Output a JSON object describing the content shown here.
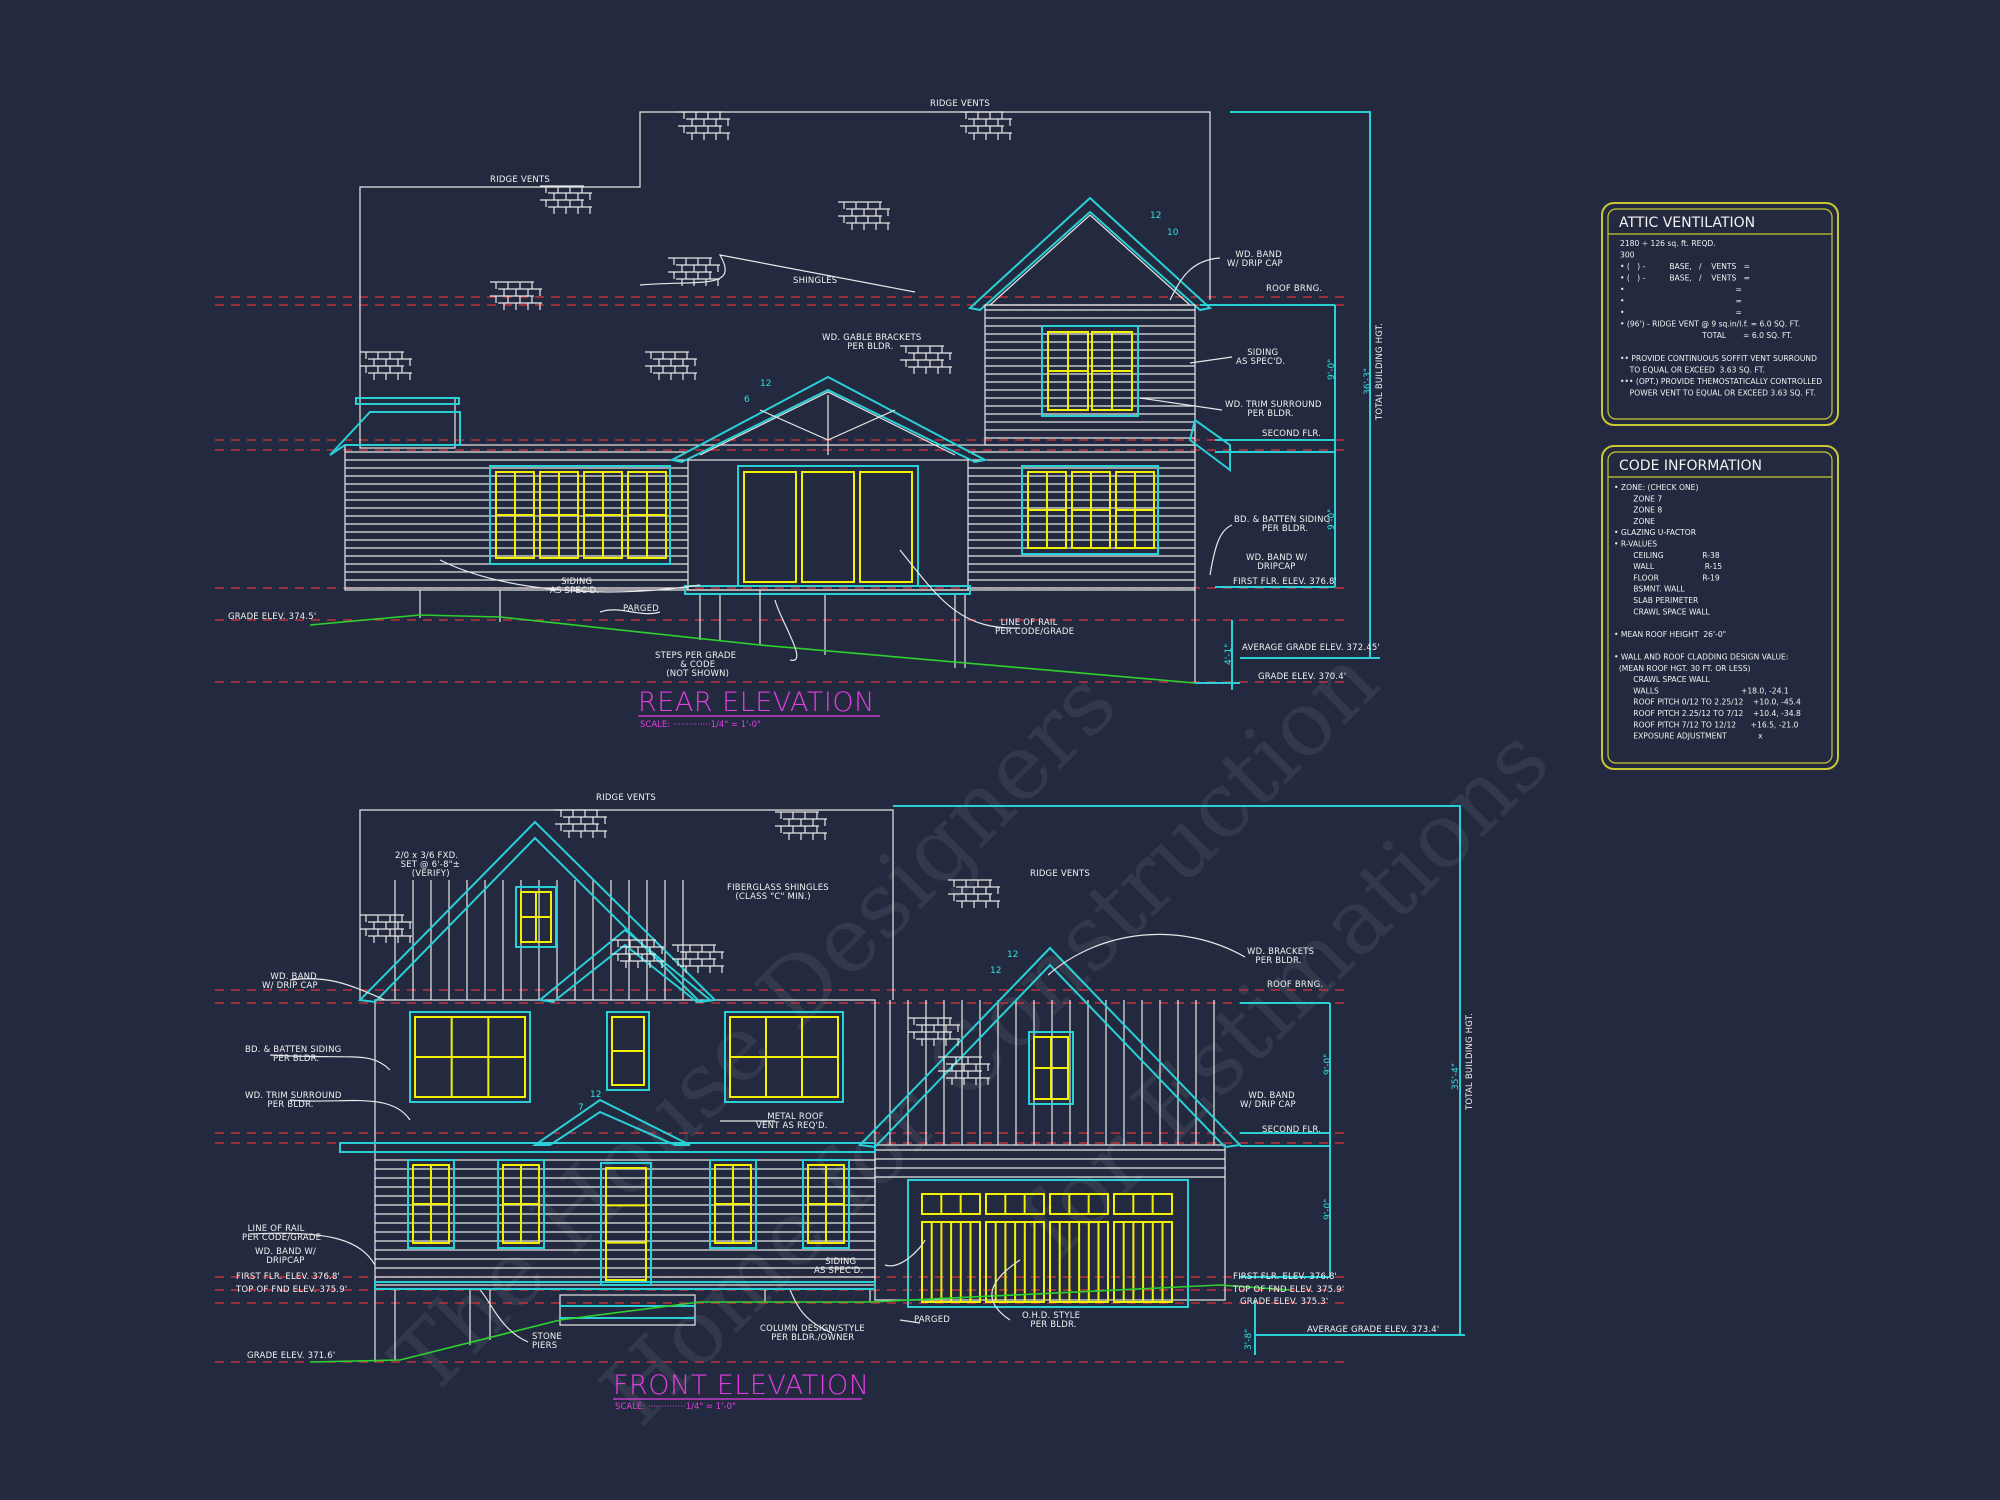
{
  "colors": {
    "background": "#232a3f",
    "lines": "#e8e8e8",
    "trim": "#2ad0d6",
    "windows": "#f0f000",
    "grade": "#2fd12f",
    "datum": "#e0303a",
    "titles": "#e23de2",
    "boxes": "#c8c832"
  },
  "watermark": [
    "The House Designers",
    "Home for Construction",
    "for Estimations"
  ],
  "rear": {
    "title": "REAR ELEVATION",
    "scale": "SCALE: ··············1/4\" = 1'-0\"",
    "labels": {
      "ridge_vents_top": [
        "RIDGE VENTS"
      ],
      "ridge_vents_left": [
        "RIDGE VENTS"
      ],
      "shingles": [
        "SHINGLES"
      ],
      "gable_brackets": [
        "WD. GABLE BRACKETS",
        "PER BLDR."
      ],
      "band_drip_cap": [
        "WD. BAND",
        "W/ DRIP CAP"
      ],
      "roof_brng": [
        "ROOF BRNG."
      ],
      "siding_right": [
        "SIDING",
        "AS SPEC'D."
      ],
      "trim_surround": [
        "WD. TRIM SURROUND",
        "PER BLDR."
      ],
      "second_flr": [
        "SECOND FLR."
      ],
      "batten_siding": [
        "BD. & BATTEN SIDING",
        "PER BLDR."
      ],
      "band_dripcap": [
        "WD. BAND W/",
        "DRIPCAP"
      ],
      "first_flr": [
        "FIRST FLR. ELEV. 376.8'"
      ],
      "siding_left": [
        "SIDING",
        "AS SPEC'D."
      ],
      "parged": [
        "PARGED"
      ],
      "grade_left": [
        "GRADE ELEV. 374.5'"
      ],
      "line_of_rail": [
        "LINE OF RAIL",
        "PER CODE/GRADE"
      ],
      "steps": [
        "STEPS PER GRADE",
        "& CODE",
        "(NOT SHOWN)"
      ],
      "avg_grade": [
        "AVERAGE GRADE ELEV. 372.45'"
      ],
      "grade_right": [
        "GRADE ELEV. 370.4'"
      ]
    },
    "dims": {
      "upper": "9'-0\"",
      "lower": "9'-0\"",
      "total": "36'-3\"",
      "total_label": "TOTAL BUILDING HGT.",
      "grade_drop": "4'-1\""
    },
    "pitch": {
      "main": "12",
      "main_run": "6",
      "upper": "12",
      "upper_run": "10"
    }
  },
  "front": {
    "title": "FRONT ELEVATION",
    "scale": "SCALE: ··············1/4\" = 1'-0\"",
    "labels": {
      "ridge_vents_top": [
        "RIDGE VENTS"
      ],
      "ridge_vents_right": [
        "RIDGE VENTS"
      ],
      "fxd_window": [
        "2/0 x 3/6 FXD.",
        "SET @ 6'-8\"±",
        "(VERIFY)"
      ],
      "fiberglass_shingles": [
        "FIBERGLASS SHINGLES",
        "(CLASS \"C\" MIN.)"
      ],
      "band_drip_cap_left": [
        "WD. BAND",
        "W/ DRIP CAP"
      ],
      "brackets": [
        "WD. BRACKETS",
        "PER BLDR."
      ],
      "roof_brng": [
        "ROOF BRNG."
      ],
      "batten_siding": [
        "BD. & BATTEN SIDING",
        "PER BLDR."
      ],
      "trim_surround": [
        "WD. TRIM SURROUND",
        "PER BLDR."
      ],
      "metal_roof_vent": [
        "METAL ROOF",
        "VENT AS REQ'D."
      ],
      "band_drip_cap_right": [
        "WD. BAND",
        "W/ DRIP CAP"
      ],
      "second_flr": [
        "SECOND FLR."
      ],
      "line_of_rail": [
        "LINE OF RAIL",
        "PER CODE/GRADE"
      ],
      "band_dripcap": [
        "WD. BAND W/",
        "DRIPCAP"
      ],
      "first_flr_left": [
        "FIRST FLR. ELEV. 376.8'"
      ],
      "top_fnd_left": [
        "TOP OF FND ELEV. 375.9'"
      ],
      "siding": [
        "SIDING",
        "AS SPEC'D."
      ],
      "first_flr_right": [
        "FIRST FLR. ELEV. 376.8'"
      ],
      "top_fnd_right": [
        "TOP OF FND ELEV. 375.9'"
      ],
      "grade_right": [
        "GRADE ELEV. 375.3'"
      ],
      "parged": [
        "PARGED"
      ],
      "ohd": [
        "O.H.D. STYLE",
        "PER BLDR."
      ],
      "stone_piers": [
        "STONE",
        "PIERS"
      ],
      "column_design": [
        "COLUMN DESIGN/STYLE",
        "PER BLDR./OWNER"
      ],
      "grade_left": [
        "GRADE ELEV. 371.6'"
      ],
      "avg_grade": [
        "AVERAGE GRADE ELEV. 373.4'"
      ]
    },
    "dims": {
      "upper": "9'-0\"",
      "lower": "9'-0\"",
      "total": "35'-4\"",
      "total_label": "TOTAL BUILDING HGT.",
      "grade_drop": "3'-8\""
    },
    "pitch": {
      "left": "12",
      "left_run": "7",
      "right": "12",
      "right_run": "12"
    }
  },
  "attic_ventilation": {
    "title": "ATTIC VENTILATION",
    "lines": [
      "2180 ÷ 126 sq. ft. REQD.",
      "300",
      "• (   ) -          BASE,   /    VENTS   =",
      "• (   ) -          BASE,   /    VENTS   =",
      "•                                              =",
      "•                                              =",
      "•                                              =",
      "• (96') - RIDGE VENT @ 9 sq.in/l.f. = 6.0 SQ. FT.",
      "                                  TOTAL       = 6.0 SQ. FT.",
      "",
      "•• PROVIDE CONTINUOUS SOFFIT VENT SURROUND",
      "    TO EQUAL OR EXCEED  3.63 SQ. FT.",
      "••• (OPT.) PROVIDE THEMOSTATICALLY CONTROLLED",
      "    POWER VENT TO EQUAL OR EXCEED 3.63 SQ. FT."
    ]
  },
  "code_information": {
    "title": "CODE INFORMATION",
    "lines": [
      "• ZONE: (CHECK ONE)",
      "        ZONE 7",
      "        ZONE 8",
      "        ZONE",
      "• GLAZING U-FACTOR",
      "• R-VALUES",
      "        CEILING                R-38",
      "        WALL                     R-15",
      "        FLOOR                  R-19",
      "        BSMNT. WALL",
      "        SLAB PERIMETER",
      "        CRAWL SPACE WALL",
      "",
      "• MEAN ROOF HEIGHT  26'-0\"",
      "",
      "• WALL AND ROOF CLADDING DESIGN VALUE:",
      "  (MEAN ROOF HGT. 30 FT. OR LESS)",
      "        CRAWL SPACE WALL",
      "        WALLS                                  +18.0, -24.1",
      "        ROOF PITCH 0/12 TO 2.25/12    +10.0, -45.4",
      "        ROOF PITCH 2.25/12 TO 7/12    +10.4, -34.8",
      "        ROOF PITCH 7/12 TO 12/12      +16.5, -21.0",
      "        EXPOSURE ADJUSTMENT             x"
    ]
  }
}
